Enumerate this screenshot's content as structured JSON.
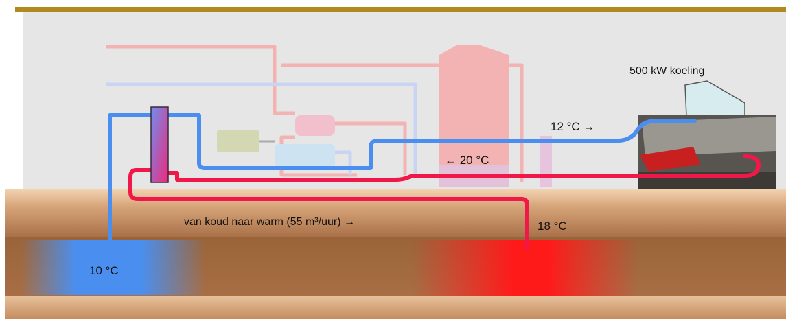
{
  "labels": {
    "cooling": "500 kW koeling",
    "supply_temp": "12 °C →",
    "return_temp": "← 20 °C",
    "flow": "van koud naar warm (55 m³/uur) →",
    "warm_well": "18 °C",
    "cold_well": "10 °C"
  },
  "colors": {
    "cold": "#4a8ff0",
    "warm": "#f01848",
    "warm_deep": "#ff2020",
    "ground": "#c28a5c",
    "roof": "#b08a1c",
    "building": "#e4e4e4",
    "faded_warm": "#f4b3b3",
    "faded_cold": "#c8d4f2"
  },
  "icons": [
    "heat-exchanger-icon",
    "buffer-tank-icon",
    "heat-pump-icon",
    "motor-icon",
    "chiller-icon"
  ]
}
